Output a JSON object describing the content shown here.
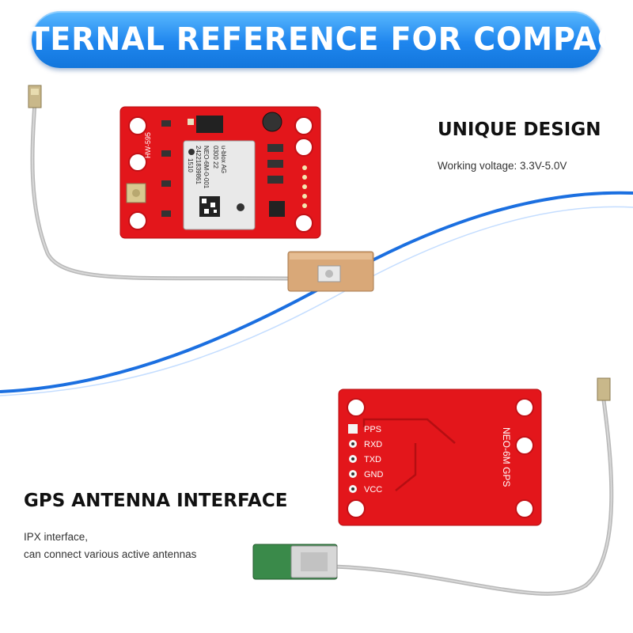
{
  "banner": {
    "title": "INTERNAL REFERENCE FOR COMPACT"
  },
  "sections": {
    "unique": {
      "title": "UNIQUE DESIGN",
      "desc": "Working voltage: 3.3V-5.0V"
    },
    "antenna": {
      "title": "GPS ANTENNA INTERFACE",
      "desc_line1": "IPX interface,",
      "desc_line2": "can connect various active antennas"
    }
  },
  "board_front": {
    "model_label": "HW-595",
    "module_lines": [
      "NEO-6M-0-001",
      "24221839861",
      "1510",
      "0300 22",
      "u-blox AG"
    ]
  },
  "board_back": {
    "pins": [
      "PPS",
      "RXD",
      "TXD",
      "GND",
      "VCC"
    ],
    "side_label": "NEO-6M  GPS"
  },
  "colors": {
    "banner": "#1f86ee",
    "pcb": "#e3161b",
    "swoosh": "#1b6fe0",
    "antenna_patch": "#d9a878"
  }
}
